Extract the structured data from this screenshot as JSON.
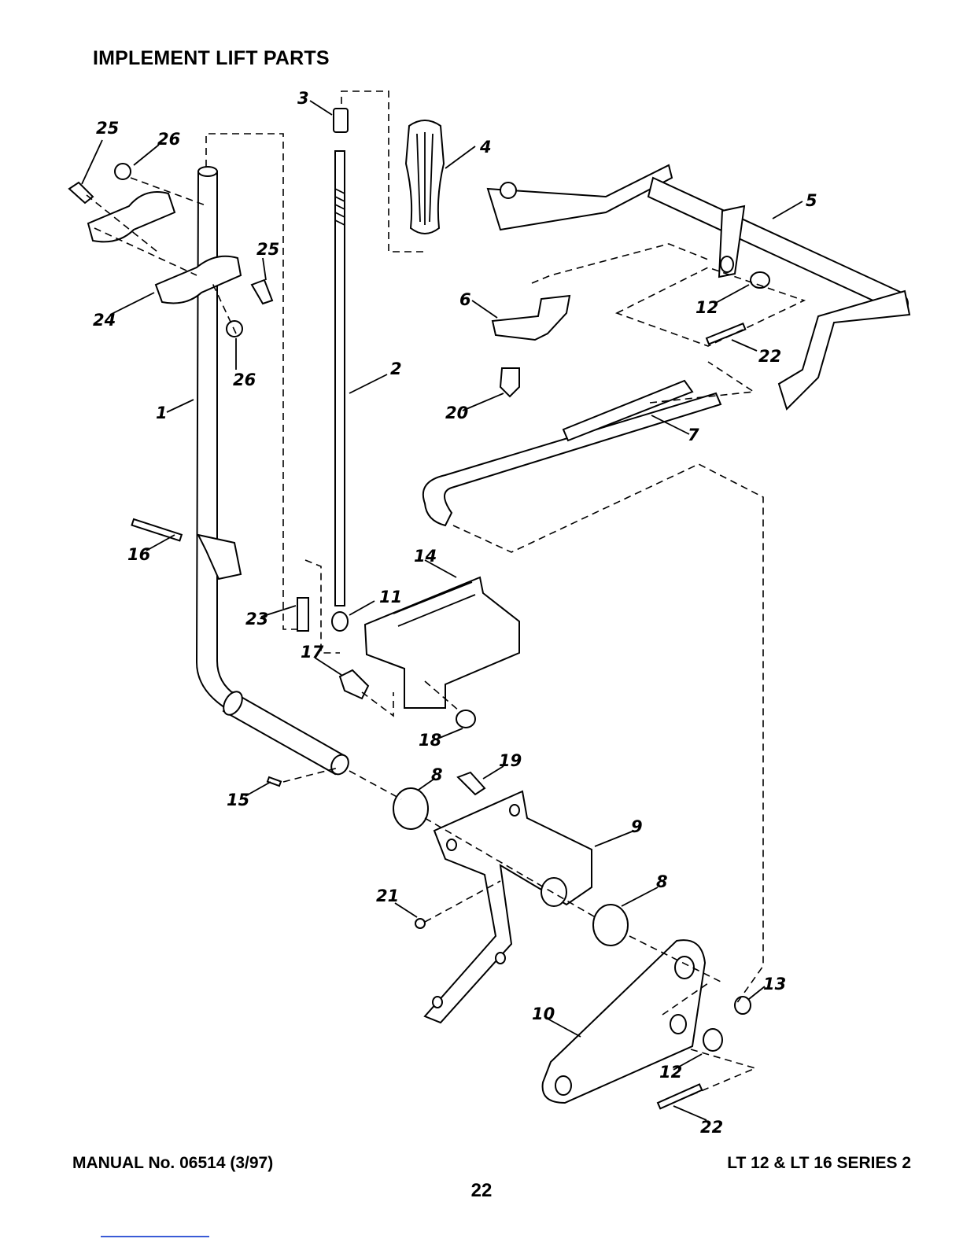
{
  "page": {
    "title": "IMPLEMENT LIFT PARTS",
    "manual_number": "MANUAL No. 06514 (3/97)",
    "model_series": "LT 12 & LT 16 SERIES 2",
    "page_number": "22"
  },
  "callouts": {
    "c1": "1",
    "c2": "2",
    "c3": "3",
    "c4": "4",
    "c5": "5",
    "c6": "6",
    "c7": "7",
    "c8a": "8",
    "c8b": "8",
    "c9": "9",
    "c10": "10",
    "c11": "11",
    "c12a": "12",
    "c12b": "12",
    "c13": "13",
    "c14": "14",
    "c15": "15",
    "c16": "16",
    "c17": "17",
    "c18": "18",
    "c19": "19",
    "c20": "20",
    "c21": "21",
    "c22a": "22",
    "c22b": "22",
    "c23": "23",
    "c24": "24",
    "c25a": "25",
    "c25b": "25",
    "c26a": "26",
    "c26b": "26"
  }
}
